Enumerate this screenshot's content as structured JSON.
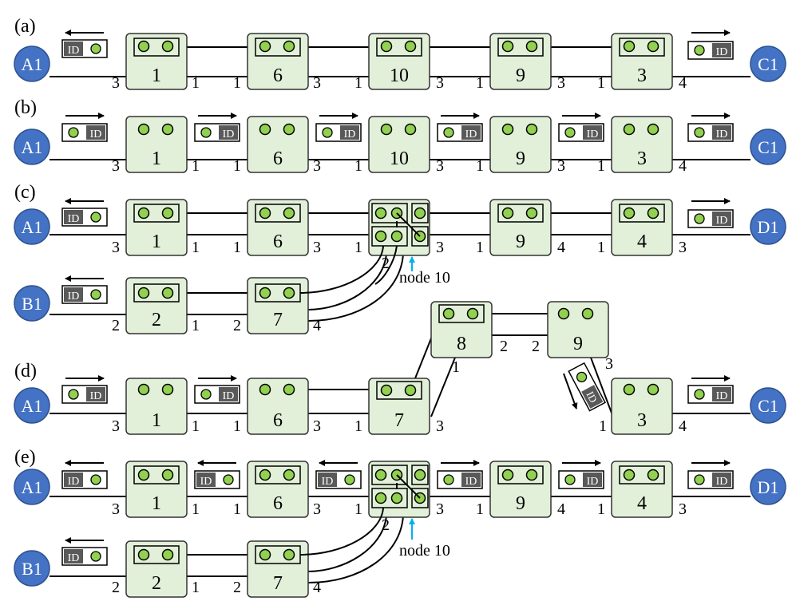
{
  "colors": {
    "node_fill": "#e2f0d9",
    "node_stroke": "#333333",
    "dot_fill": "#92d050",
    "endpoint_fill": "#4472c4",
    "endpoint_text": "#ffffff",
    "id_dark": "#595959",
    "pointer": "#00b0f0",
    "line": "#000000"
  },
  "panels": [
    {
      "label": "(a)"
    },
    {
      "label": "(b)"
    },
    {
      "label": "(c)"
    },
    {
      "label": "(d)"
    },
    {
      "label": "(e)"
    }
  ],
  "endpoints": {
    "a_left": "A1",
    "a_right": "C1",
    "b_left": "A1",
    "b_right": "C1",
    "c_left": "A1",
    "c_right": "D1",
    "c_lower": "B1",
    "d_left": "A1",
    "d_right": "C1",
    "e_left": "A1",
    "e_right": "D1",
    "e_lower": "B1"
  },
  "nodes": {
    "a": [
      "1",
      "6",
      "10",
      "9",
      "3"
    ],
    "b": [
      "1",
      "6",
      "10",
      "9",
      "3"
    ],
    "c": [
      "1",
      "6",
      "9",
      "4"
    ],
    "c_lower": [
      "2",
      "7"
    ],
    "d": [
      "1",
      "6",
      "7",
      "8",
      "9",
      "3"
    ],
    "e": [
      "1",
      "6",
      "9",
      "4"
    ],
    "e_lower": [
      "2",
      "7"
    ]
  },
  "ports": {
    "a": [
      "3",
      "1",
      "1",
      "3",
      "1",
      "3",
      "1",
      "3",
      "1",
      "4"
    ],
    "b": [
      "3",
      "1",
      "1",
      "3",
      "1",
      "3",
      "1",
      "3",
      "1",
      "4"
    ],
    "c": [
      "3",
      "1",
      "1",
      "3",
      "1",
      "3",
      "1",
      "4",
      "1",
      "3"
    ],
    "c_lower": [
      "2",
      "1",
      "2",
      "4",
      "2"
    ],
    "d": [
      "3",
      "1",
      "1",
      "3",
      "1",
      "3",
      "1",
      "2",
      "2",
      "3",
      "1",
      "4"
    ],
    "e": [
      "3",
      "1",
      "1",
      "3",
      "1",
      "3",
      "1",
      "4",
      "1",
      "3"
    ],
    "e_lower": [
      "2",
      "1",
      "2",
      "4",
      "2"
    ]
  },
  "id_label": "ID",
  "annotation": "node 10"
}
